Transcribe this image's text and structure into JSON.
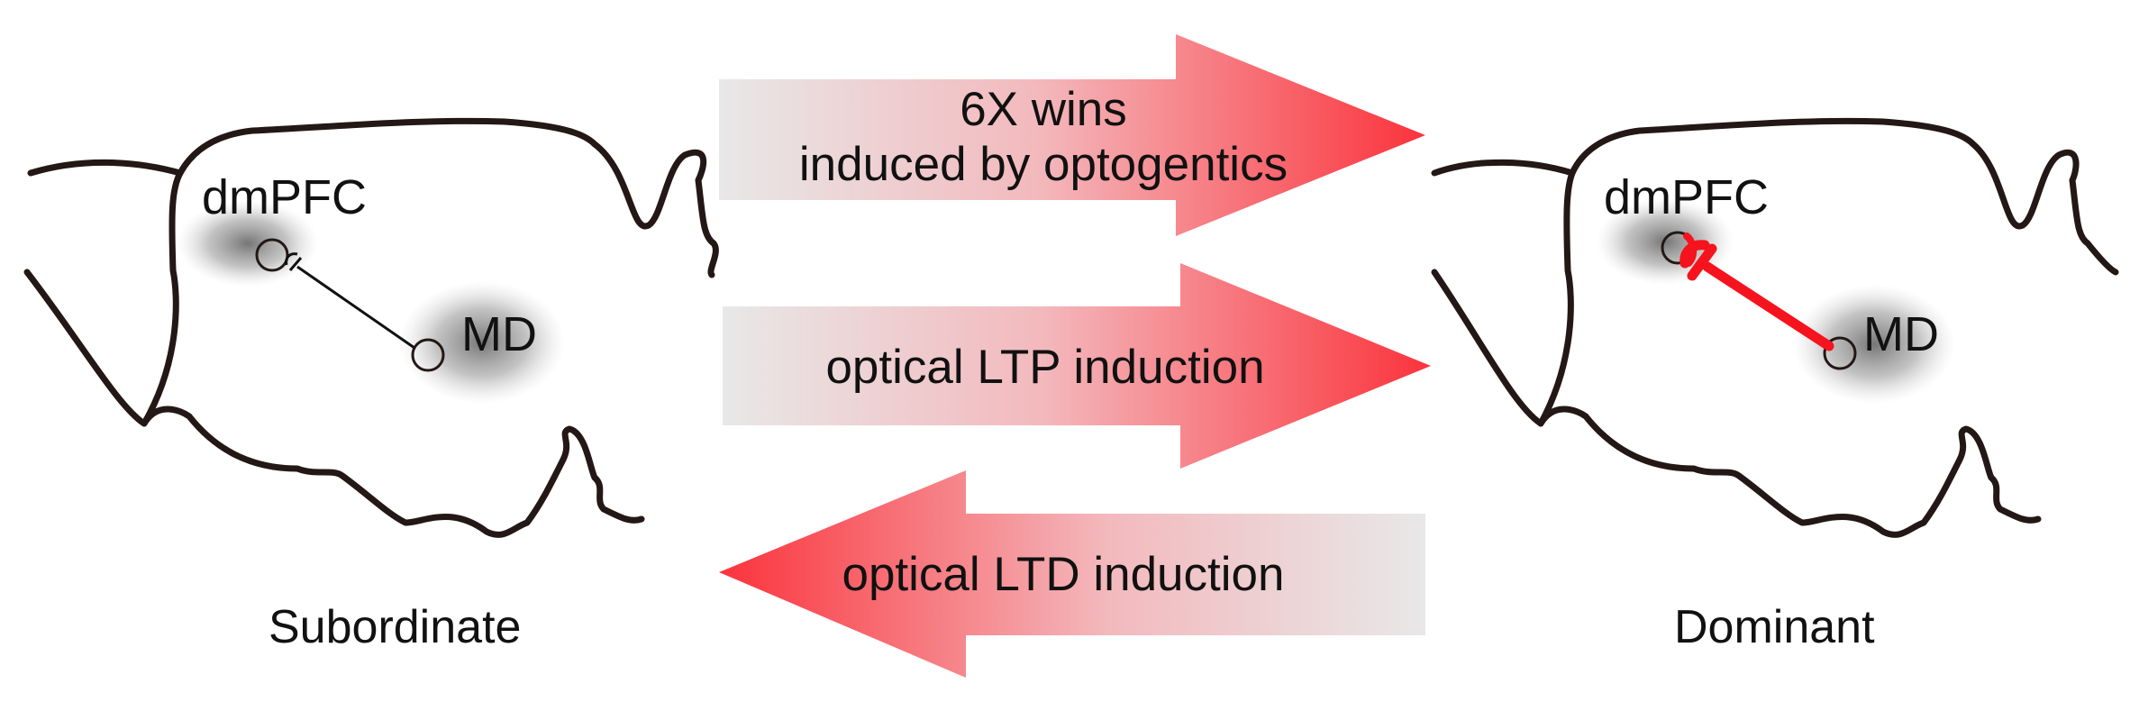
{
  "diagram": {
    "arrows": [
      {
        "id": "wins",
        "direction": "right",
        "text_lines": [
          "6X wins",
          "induced by optogentics"
        ]
      },
      {
        "id": "ltp",
        "direction": "right",
        "text_lines": [
          "optical LTP induction"
        ]
      },
      {
        "id": "ltd",
        "direction": "left",
        "text_lines": [
          "optical LTD induction"
        ]
      }
    ],
    "left_brain": {
      "caption": "Subordinate",
      "region_labels": {
        "pfc": "dmPFC",
        "thalamus": "MD"
      },
      "connection_color": "#111111"
    },
    "right_brain": {
      "caption": "Dominant",
      "region_labels": {
        "pfc": "dmPFC",
        "thalamus": "MD"
      },
      "connection_color": "#f5131e"
    },
    "colors": {
      "arrow_tip": "#fb333c",
      "arrow_tail": "#e8e8e8",
      "outline": "#231815",
      "region_shade": "#7a7a7a"
    }
  }
}
